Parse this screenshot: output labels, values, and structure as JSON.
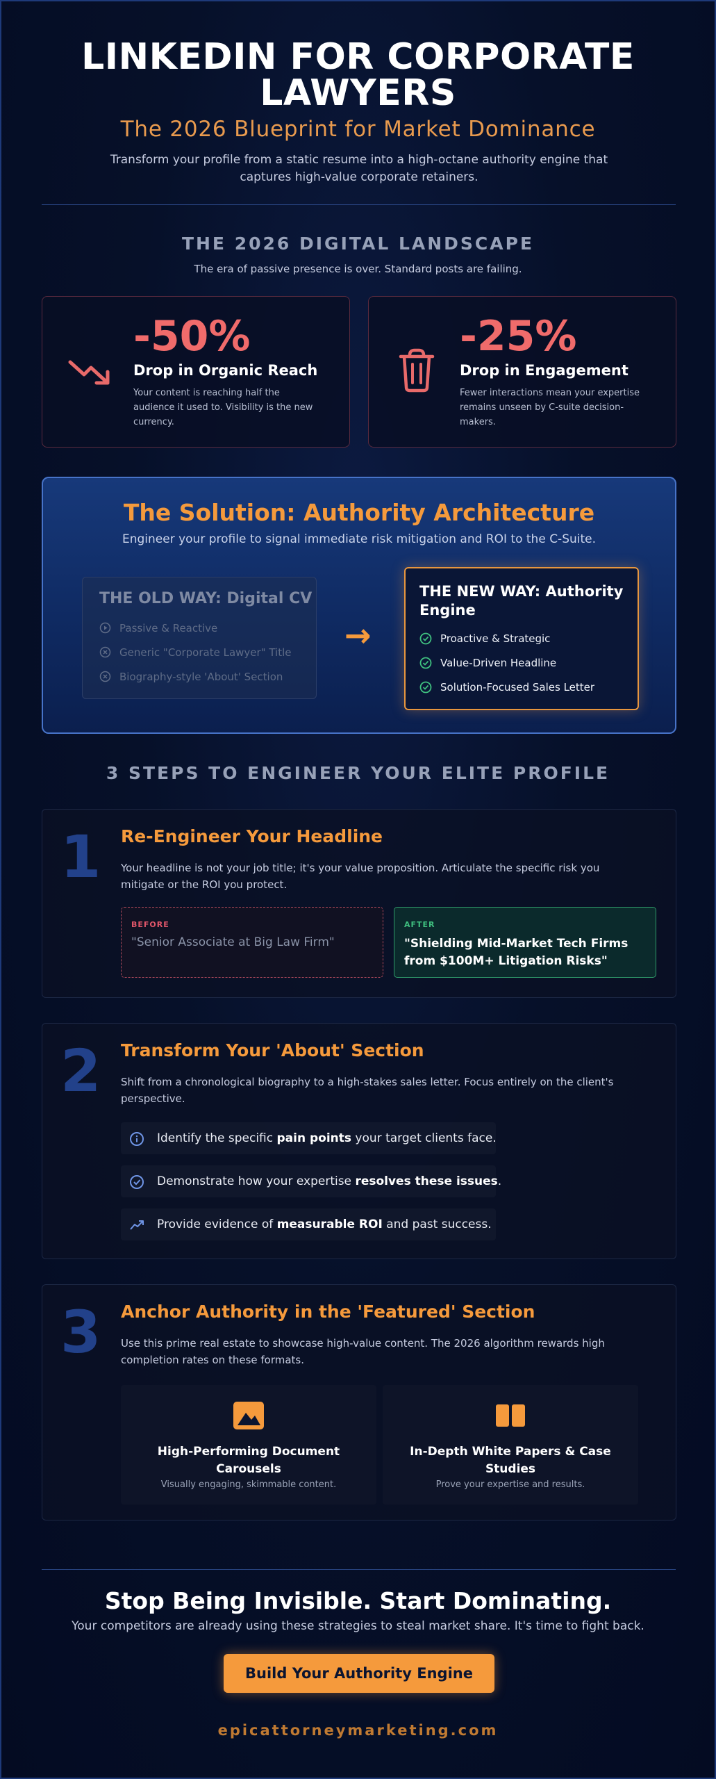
{
  "header": {
    "title_line1": "LINKEDIN FOR CORPORATE",
    "title_line2": "LAWYERS",
    "subtitle": "The 2026 Blueprint for Market Dominance",
    "intro_line1": "Transform your profile from a static resume into a high-octane authority engine that",
    "intro_line2": "captures high-value corporate retainers."
  },
  "landscape": {
    "heading": "THE 2026 DIGITAL LANDSCAPE",
    "subheading": "The era of passive presence is over. Standard posts are failing.",
    "cards": [
      {
        "icon": "trending-down-icon",
        "value": "-50%",
        "label": "Drop in Organic Reach",
        "desc_line1": "Your content is reaching half the",
        "desc_line2": "audience it used to. Visibility is the new",
        "desc_line3": "currency."
      },
      {
        "icon": "trash-icon",
        "value": "-25%",
        "label": "Drop in Engagement",
        "desc_line1": "Fewer interactions mean your expertise",
        "desc_line2": "remains unseen by C-suite decision-",
        "desc_line3": "makers."
      }
    ]
  },
  "solution": {
    "title": "The Solution: Authority Architecture",
    "subtitle": "Engineer your profile to signal immediate risk mitigation and ROI to the C-Suite.",
    "old_way": {
      "title": "THE OLD WAY: Digital CV",
      "items": [
        "Passive & Reactive",
        "Generic \"Corporate Lawyer\" Title",
        "Biography-style 'About' Section"
      ]
    },
    "arrow": "→",
    "new_way": {
      "title_line1": "THE NEW WAY: Authority",
      "title_line2": "Engine",
      "items": [
        "Proactive & Strategic",
        "Value-Driven Headline",
        "Solution-Focused Sales Letter"
      ]
    }
  },
  "steps": {
    "heading": "3 STEPS TO ENGINEER YOUR ELITE PROFILE",
    "step1": {
      "number": "1",
      "title": "Re-Engineer Your Headline",
      "desc_line1": "Your headline is not your job title; it's your value proposition. Articulate the specific risk you",
      "desc_line2": "mitigate or the ROI you protect.",
      "before_tag": "BEFORE",
      "before_text": "\"Senior Associate at Big Law Firm\"",
      "after_tag": "AFTER",
      "after_line1": "\"Shielding Mid-Market Tech Firms",
      "after_line2": "from $100M+ Litigation Risks\""
    },
    "step2": {
      "number": "2",
      "title": "Transform Your 'About' Section",
      "desc_line1": "Shift from a chronological biography to a high-stakes sales letter. Focus entirely on the client's",
      "desc_line2": "perspective.",
      "bullets": [
        {
          "icon": "info-icon",
          "pre": "Identify the specific ",
          "bold": "pain points",
          "post": " your target clients face."
        },
        {
          "icon": "check-circle-icon",
          "pre": "Demonstrate how your expertise ",
          "bold": "resolves these issues",
          "post": "."
        },
        {
          "icon": "trending-up-icon",
          "pre": "Provide evidence of ",
          "bold": "measurable ROI",
          "post": " and past success."
        }
      ]
    },
    "step3": {
      "number": "3",
      "title": "Anchor Authority in the 'Featured' Section",
      "desc_line1": "Use this prime real estate to showcase high-value content. The 2026 algorithm rewards high",
      "desc_line2": "completion rates on these formats.",
      "features": [
        {
          "icon": "image-icon",
          "title_line1": "High-Performing Document",
          "title_line2": "Carousels",
          "desc": "Visually engaging, skimmable content."
        },
        {
          "icon": "book-icon",
          "title_line1": "In-Depth White Papers & Case",
          "title_line2": "Studies",
          "desc": "Prove your expertise and results."
        }
      ]
    }
  },
  "cta": {
    "title": "Stop Being Invisible. Start Dominating.",
    "subtitle": "Your competitors are already using these strategies to steal market share. It's time to fight back.",
    "button_label": "Build Your Authority Engine",
    "footer_url": "epicattorneymarketing.com"
  },
  "colors": {
    "accent_orange": "#f59a3c",
    "stat_red": "#f06b6b",
    "success_green": "#3fbf7f",
    "step_number_blue": "#22418a",
    "background_navy": "#061029"
  }
}
